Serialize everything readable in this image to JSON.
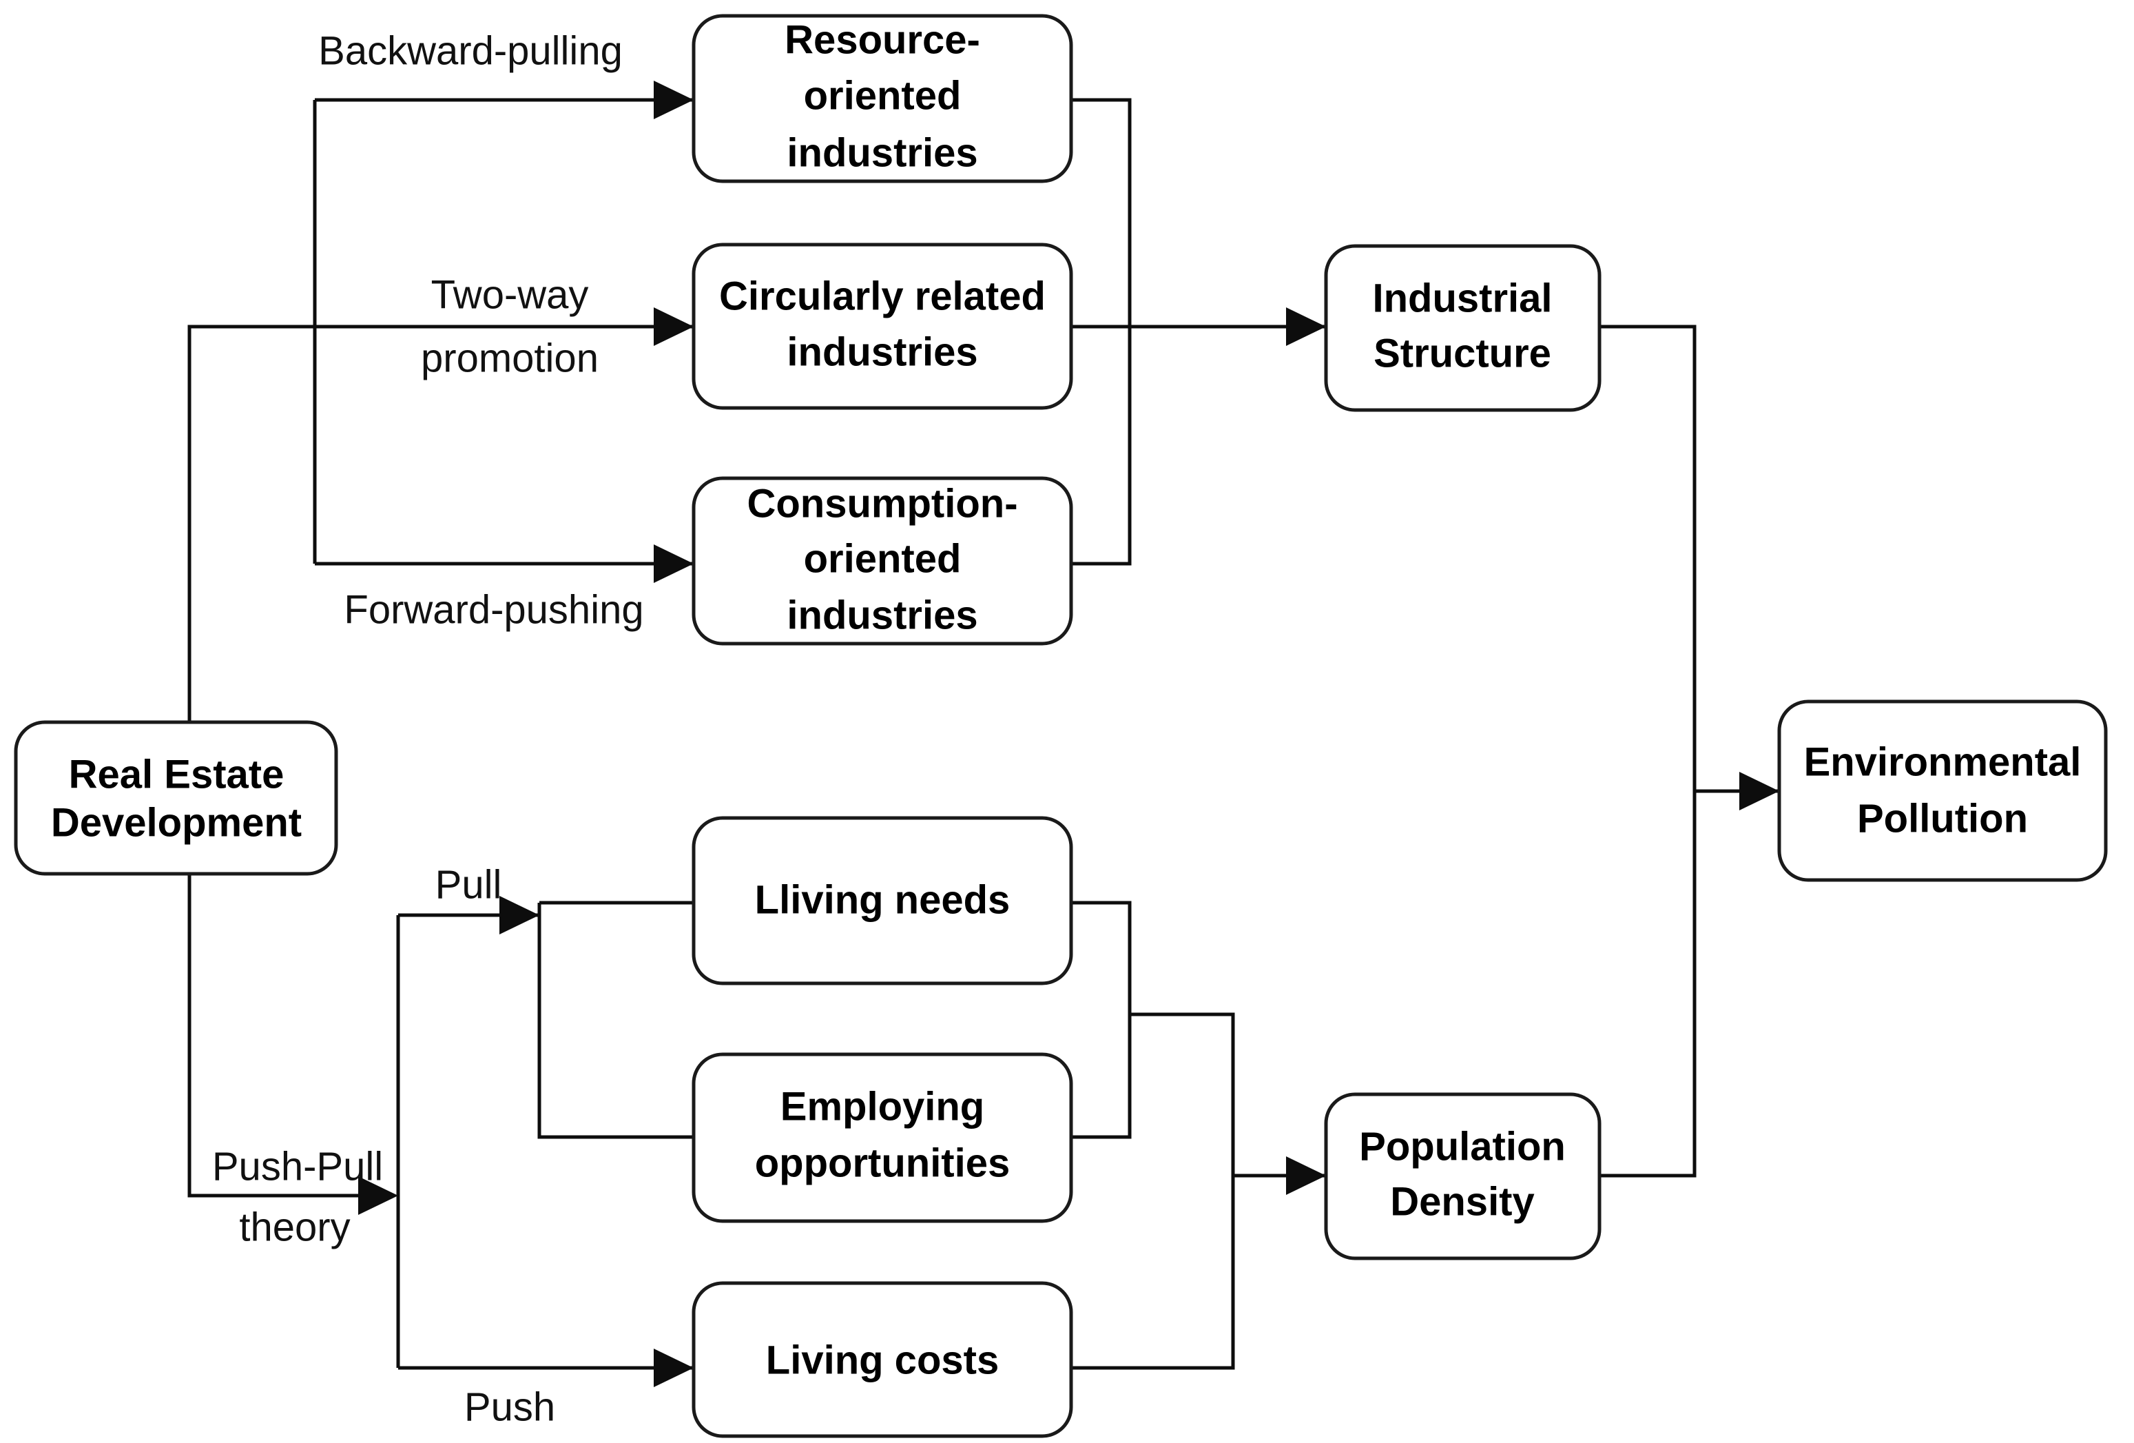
{
  "diagram": {
    "title": "Real Estate Development impact pathway to Environmental Pollution",
    "type": "flowchart",
    "colors": {
      "box_stroke": "#1a1a1a",
      "box_fill": "#ffffff",
      "line": "#0d0d0d",
      "text": "#000000",
      "background": "#ffffff"
    },
    "nodes": {
      "real_estate": {
        "lines": [
          "Real Estate",
          "Development"
        ]
      },
      "resource_industries": {
        "lines": [
          "Resource-",
          "oriented",
          "industries"
        ]
      },
      "circular_industries": {
        "lines": [
          "Circularly related",
          "industries"
        ]
      },
      "consumption_industries": {
        "lines": [
          "Consumption-",
          "oriented",
          "industries"
        ]
      },
      "industrial_structure": {
        "lines": [
          "Industrial",
          "Structure"
        ]
      },
      "living_needs": {
        "lines": [
          "Lliving needs"
        ]
      },
      "employing_opportunities": {
        "lines": [
          "Employing",
          "opportunities"
        ]
      },
      "living_costs": {
        "lines": [
          "Living costs"
        ]
      },
      "population_density": {
        "lines": [
          "Population",
          "Density"
        ]
      },
      "environmental_pollution": {
        "lines": [
          "Environmental",
          "Pollution"
        ]
      }
    },
    "edge_labels": {
      "backward_pulling": "Backward-pulling",
      "two_way_promotion_l1": "Two-way",
      "two_way_promotion_l2": "promotion",
      "forward_pushing": "Forward-pushing",
      "push_pull_theory_l1": "Push-Pull",
      "push_pull_theory_l2": "theory",
      "pull": "Pull",
      "push": "Push"
    },
    "edges": [
      {
        "from": "real_estate",
        "to": "resource_industries",
        "label": "Backward-pulling"
      },
      {
        "from": "real_estate",
        "to": "circular_industries",
        "label": "Two-way promotion"
      },
      {
        "from": "real_estate",
        "to": "consumption_industries",
        "label": "Forward-pushing"
      },
      {
        "from": "resource_industries",
        "to": "industrial_structure",
        "label": ""
      },
      {
        "from": "circular_industries",
        "to": "industrial_structure",
        "label": ""
      },
      {
        "from": "consumption_industries",
        "to": "industrial_structure",
        "label": ""
      },
      {
        "from": "industrial_structure",
        "to": "environmental_pollution",
        "label": ""
      },
      {
        "from": "real_estate",
        "to": "living_needs",
        "label": "Push-Pull theory / Pull"
      },
      {
        "from": "real_estate",
        "to": "employing_opportunities",
        "label": "Push-Pull theory / Pull"
      },
      {
        "from": "real_estate",
        "to": "living_costs",
        "label": "Push-Pull theory / Push"
      },
      {
        "from": "living_needs",
        "to": "population_density",
        "label": ""
      },
      {
        "from": "employing_opportunities",
        "to": "population_density",
        "label": ""
      },
      {
        "from": "living_costs",
        "to": "population_density",
        "label": ""
      },
      {
        "from": "population_density",
        "to": "environmental_pollution",
        "label": ""
      }
    ]
  }
}
